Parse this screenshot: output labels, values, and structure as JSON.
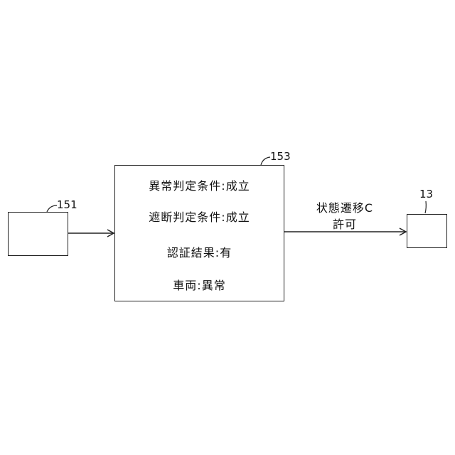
{
  "refs": {
    "left": "151",
    "center": "153",
    "right": "13"
  },
  "center_box": {
    "lines": [
      "異常判定条件:成立",
      "遮断判定条件:成立",
      "認証結果:有",
      "車両:異常"
    ]
  },
  "arrow_label": {
    "line1": "状態遷移C",
    "line2": "許可"
  }
}
